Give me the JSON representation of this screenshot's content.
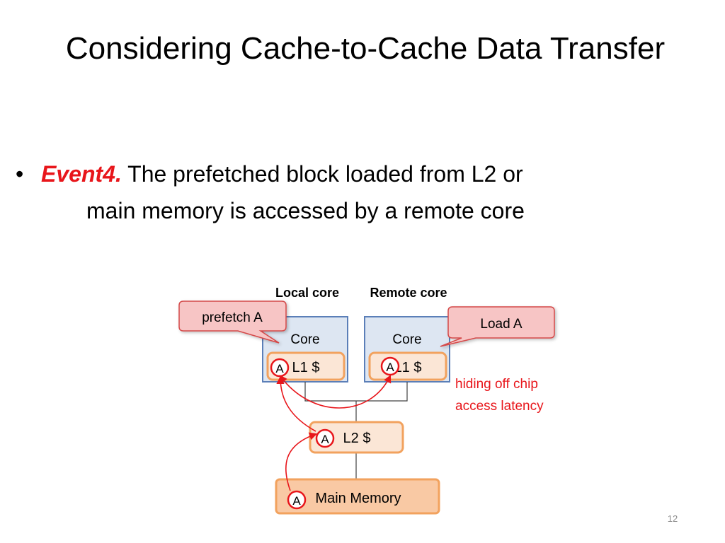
{
  "slide": {
    "title": "Considering Cache-to-Cache Data Transfer",
    "bullet": {
      "marker": "•",
      "event_label": "Event4.",
      "line1": " The prefetched block loaded from L2 or",
      "line2": "main memory is accessed by a remote core"
    },
    "slide_number": "12"
  },
  "diagram": {
    "local_core_label": "Local core",
    "remote_core_label": "Remote core",
    "callout_prefetch": "prefetch A",
    "callout_load": "Load A",
    "local_core_text": "Core",
    "remote_core_text": "Core",
    "local_l1_text": "L1 $",
    "remote_l1_text": "L1 $",
    "l2_text": "L2 $",
    "memory_text": "Main Memory",
    "block_marker": "A",
    "annotation_line1": "hiding off chip",
    "annotation_line2": "access latency"
  },
  "colors": {
    "accent_red": "#e8161b",
    "core_fill": "#dde6f2",
    "core_border": "#5b7fb8",
    "cache_fill": "#fbe6d6",
    "cache_border": "#f2a25e",
    "memory_fill": "#f9c9a4",
    "callout_fill": "#f7c5c5",
    "callout_border": "#d44848"
  }
}
